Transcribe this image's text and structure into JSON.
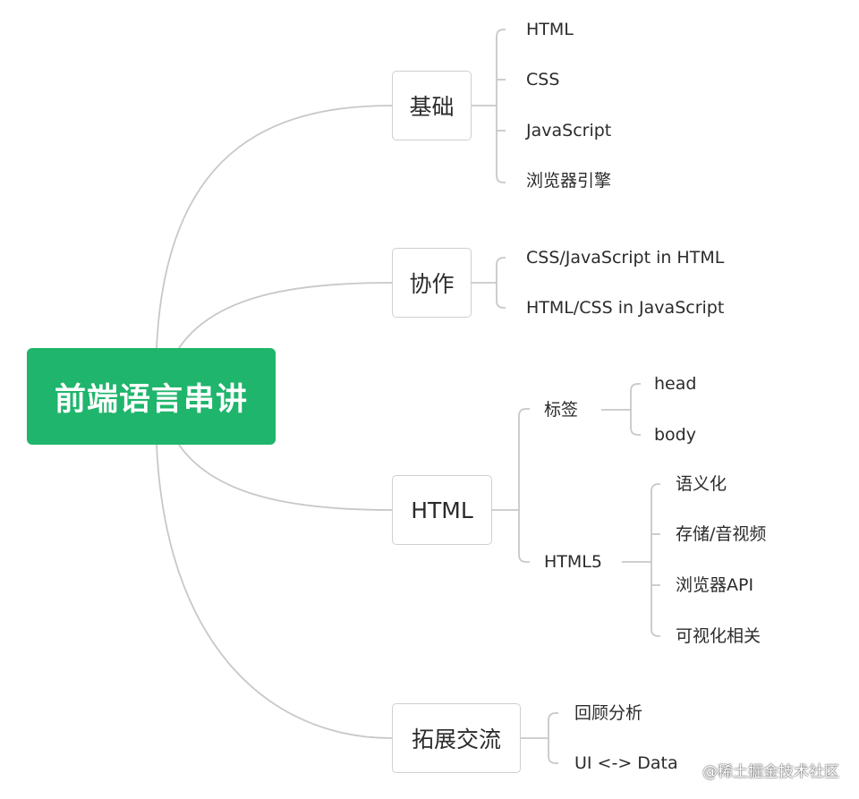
{
  "root": {
    "label": "前端语言串讲"
  },
  "branches": [
    {
      "label": "基础",
      "children": [
        "HTML",
        "CSS",
        "JavaScript",
        "浏览器引擎"
      ]
    },
    {
      "label": "协作",
      "children": [
        "CSS/JavaScript in HTML",
        "HTML/CSS in JavaScript"
      ]
    },
    {
      "label": "HTML",
      "groups": [
        {
          "label": "标签",
          "children": [
            "head",
            "body"
          ]
        },
        {
          "label": "HTML5",
          "children": [
            "语义化",
            "存储/音视频",
            "浏览器API",
            "可视化相关"
          ]
        }
      ]
    },
    {
      "label": "拓展交流",
      "children": [
        "回顾分析",
        "UI <-> Data"
      ]
    }
  ],
  "watermark": "@稀土掘金技术社区",
  "colors": {
    "root_fill": "#1fb56c",
    "line": "#c8c8c8",
    "node_border": "#cfcfcf"
  }
}
